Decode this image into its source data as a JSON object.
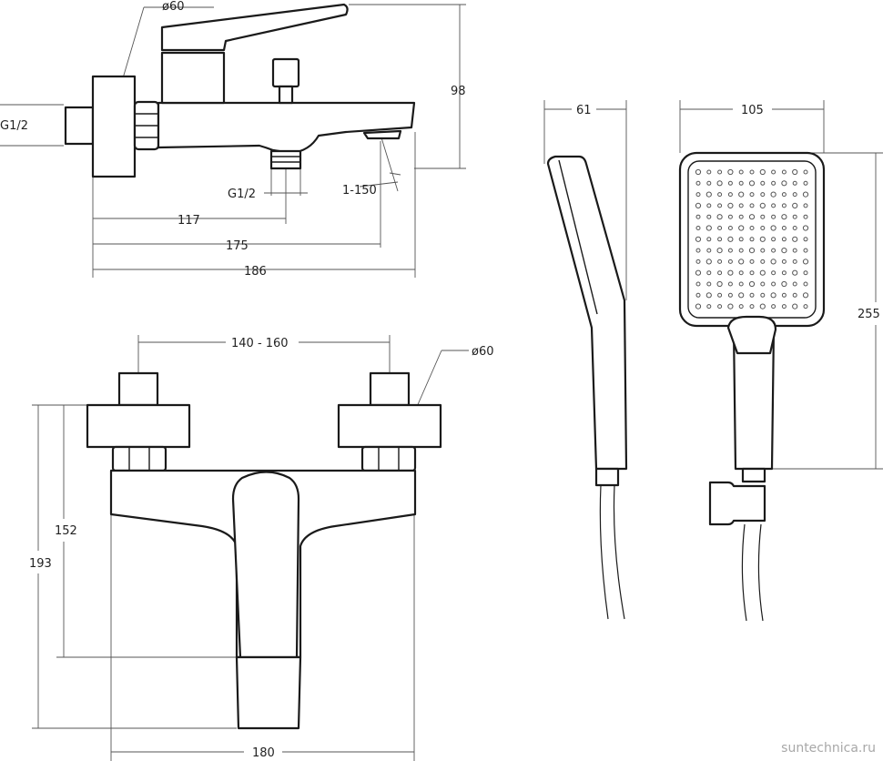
{
  "watermark": "suntechnica.ru",
  "bath_mixer_side_view": {
    "dim_height": "98",
    "dim_inlet_diameter": "ø60",
    "dim_left_thread": "G1/2",
    "dim_outlet_thread": "G1/2",
    "dim_outlet_angle": "1-150",
    "dim_outlet_offset": "117",
    "dim_spout_reach": "175",
    "dim_total_length": "186"
  },
  "bath_mixer_front_view": {
    "dim_center_distance": "140 - 160",
    "dim_flange_diameter": "ø60",
    "dim_axis_height": "152",
    "dim_total_height": "193",
    "dim_width": "180"
  },
  "hand_shower_side_view": {
    "dim_thickness": "61"
  },
  "hand_shower_front_view": {
    "dim_width": "105",
    "dim_length": "255"
  },
  "colors": {
    "line": "#1a1a1a",
    "dimension_line": "#555555",
    "background": "#ffffff",
    "watermark": "#a8a8a8"
  }
}
